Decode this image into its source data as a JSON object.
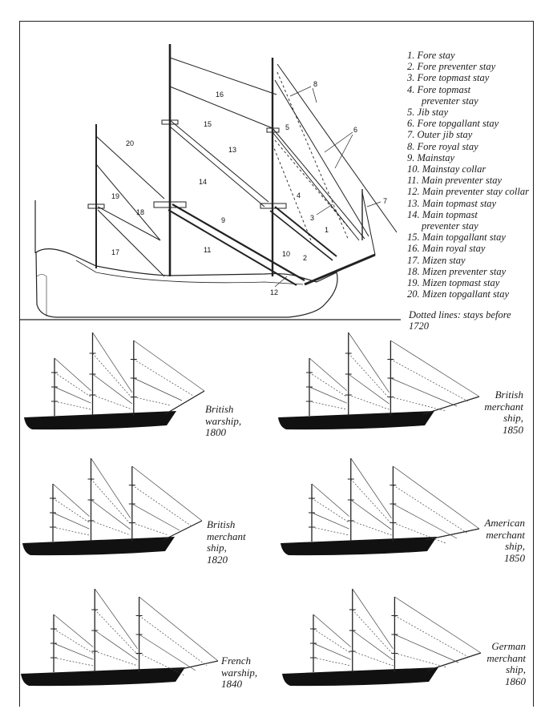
{
  "legend": {
    "items": [
      "1. Fore stay",
      "2. Fore preventer stay",
      "3. Fore topmast stay",
      "4. Fore topmast preventer stay",
      "5. Jib stay",
      "6. Fore topgallant stay",
      "7. Outer jib stay",
      "8. Fore royal stay",
      "9. Mainstay",
      "10. Mainstay collar",
      "11. Main preventer stay",
      "12. Main preventer stay collar",
      "13. Main topmast stay",
      "14. Main topmast preventer stay",
      "15. Main topgallant stay",
      "16. Main royal stay",
      "17. Mizen stay",
      "18. Mizen preventer stay",
      "19. Mizen topmast stay",
      "20. Mizen topgallant stay"
    ],
    "note": "Dotted lines: stays before 1720"
  },
  "diagram_numbers": [
    "1",
    "2",
    "3",
    "4",
    "5",
    "6",
    "7",
    "8",
    "9",
    "10",
    "11",
    "12",
    "13",
    "14",
    "15",
    "16",
    "17",
    "18",
    "19",
    "20"
  ],
  "ships": [
    {
      "caption": "British\nwarship,\n1800"
    },
    {
      "caption": "British\nmerchant\nship,\n1850"
    },
    {
      "caption": "British\nmerchant\nship,\n1820"
    },
    {
      "caption": "American\nmerchant\nship,\n1850"
    },
    {
      "caption": "French\nwarship,\n1840"
    },
    {
      "caption": "German\nmerchant\nship,\n1860"
    }
  ]
}
